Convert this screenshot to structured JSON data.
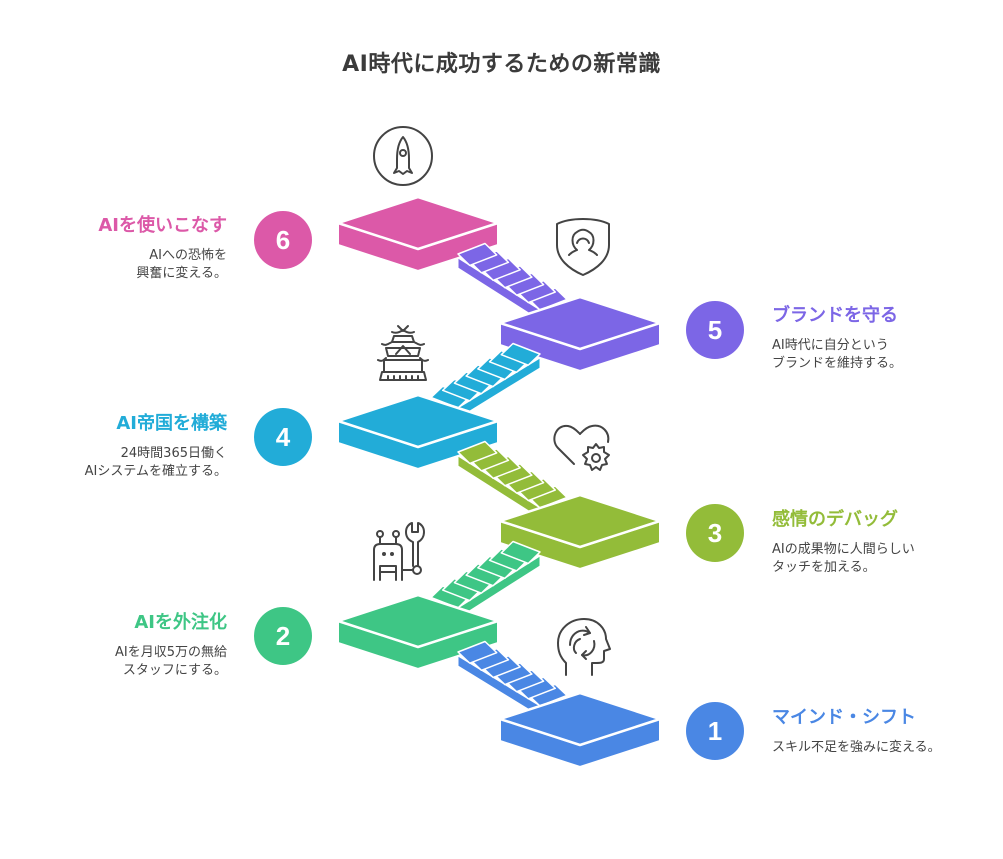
{
  "title": "AI時代に成功するための新常識",
  "steps": [
    {
      "number": "1",
      "heading": "マインド・シフト",
      "description": "スキル不足を強みに変える。",
      "color": "#4a87e4",
      "icon": "head-refresh-icon",
      "side": "right"
    },
    {
      "number": "2",
      "heading": "AIを外注化",
      "description": "AIを月収5万の無給\nスタッフにする。",
      "color": "#3ec685",
      "icon": "robot-wrench-icon",
      "side": "left"
    },
    {
      "number": "3",
      "heading": "感情のデバッグ",
      "description": "AIの成果物に人間らしい\nタッチを加える。",
      "color": "#93bc39",
      "icon": "heart-gear-icon",
      "side": "right"
    },
    {
      "number": "4",
      "heading": "AI帝国を構築",
      "description": "24時間365日働く\nAIシステムを確立する。",
      "color": "#22acd8",
      "icon": "castle-icon",
      "side": "left"
    },
    {
      "number": "5",
      "heading": "ブランドを守る",
      "description": "AI時代に自分という\nブランドを維持する。",
      "color": "#7c66e6",
      "icon": "shield-person-icon",
      "side": "right"
    },
    {
      "number": "6",
      "heading": "AIを使いこなす",
      "description": "AIへの恐怖を\n興奮に変える。",
      "color": "#dc59a8",
      "icon": "rocket-icon",
      "side": "left"
    }
  ]
}
